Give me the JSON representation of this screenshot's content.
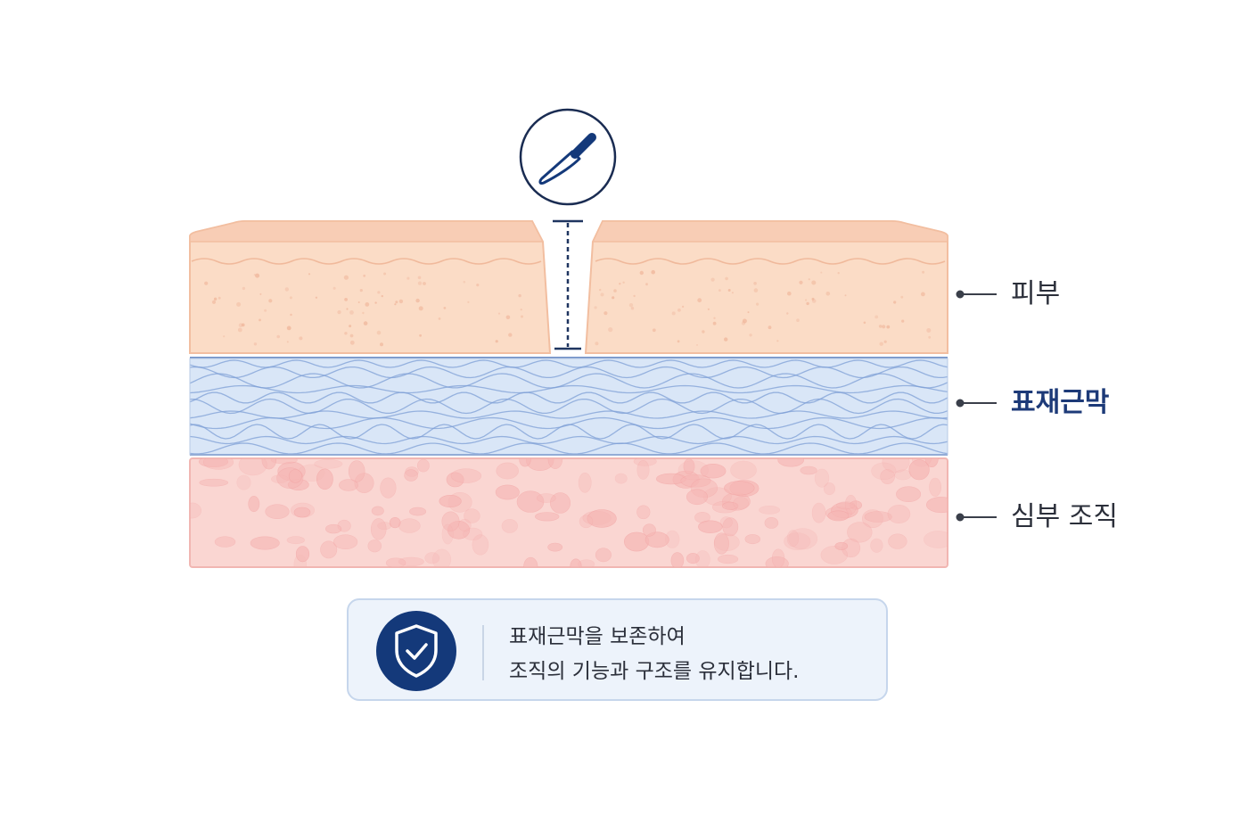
{
  "labels": {
    "skin": "피부",
    "fascia": "표재근막",
    "deep": "심부 조직"
  },
  "info": {
    "line1": "표재근막을 보존하여",
    "line2": "조직의 기능과 구조를 유지합니다."
  },
  "icons": {
    "scalpel": "scalpel-icon",
    "shield": "shield-check-icon"
  },
  "colors": {
    "skin": "#fbdcc6",
    "skin_top": "#f8cdb5",
    "fascia": "#d9e6f7",
    "fascia_line": "#7d9fd6",
    "deep": "#fad6d2",
    "deep_cell": "#f6b7b5",
    "accent": "#14397a",
    "label_accent": "#1d3a78"
  }
}
